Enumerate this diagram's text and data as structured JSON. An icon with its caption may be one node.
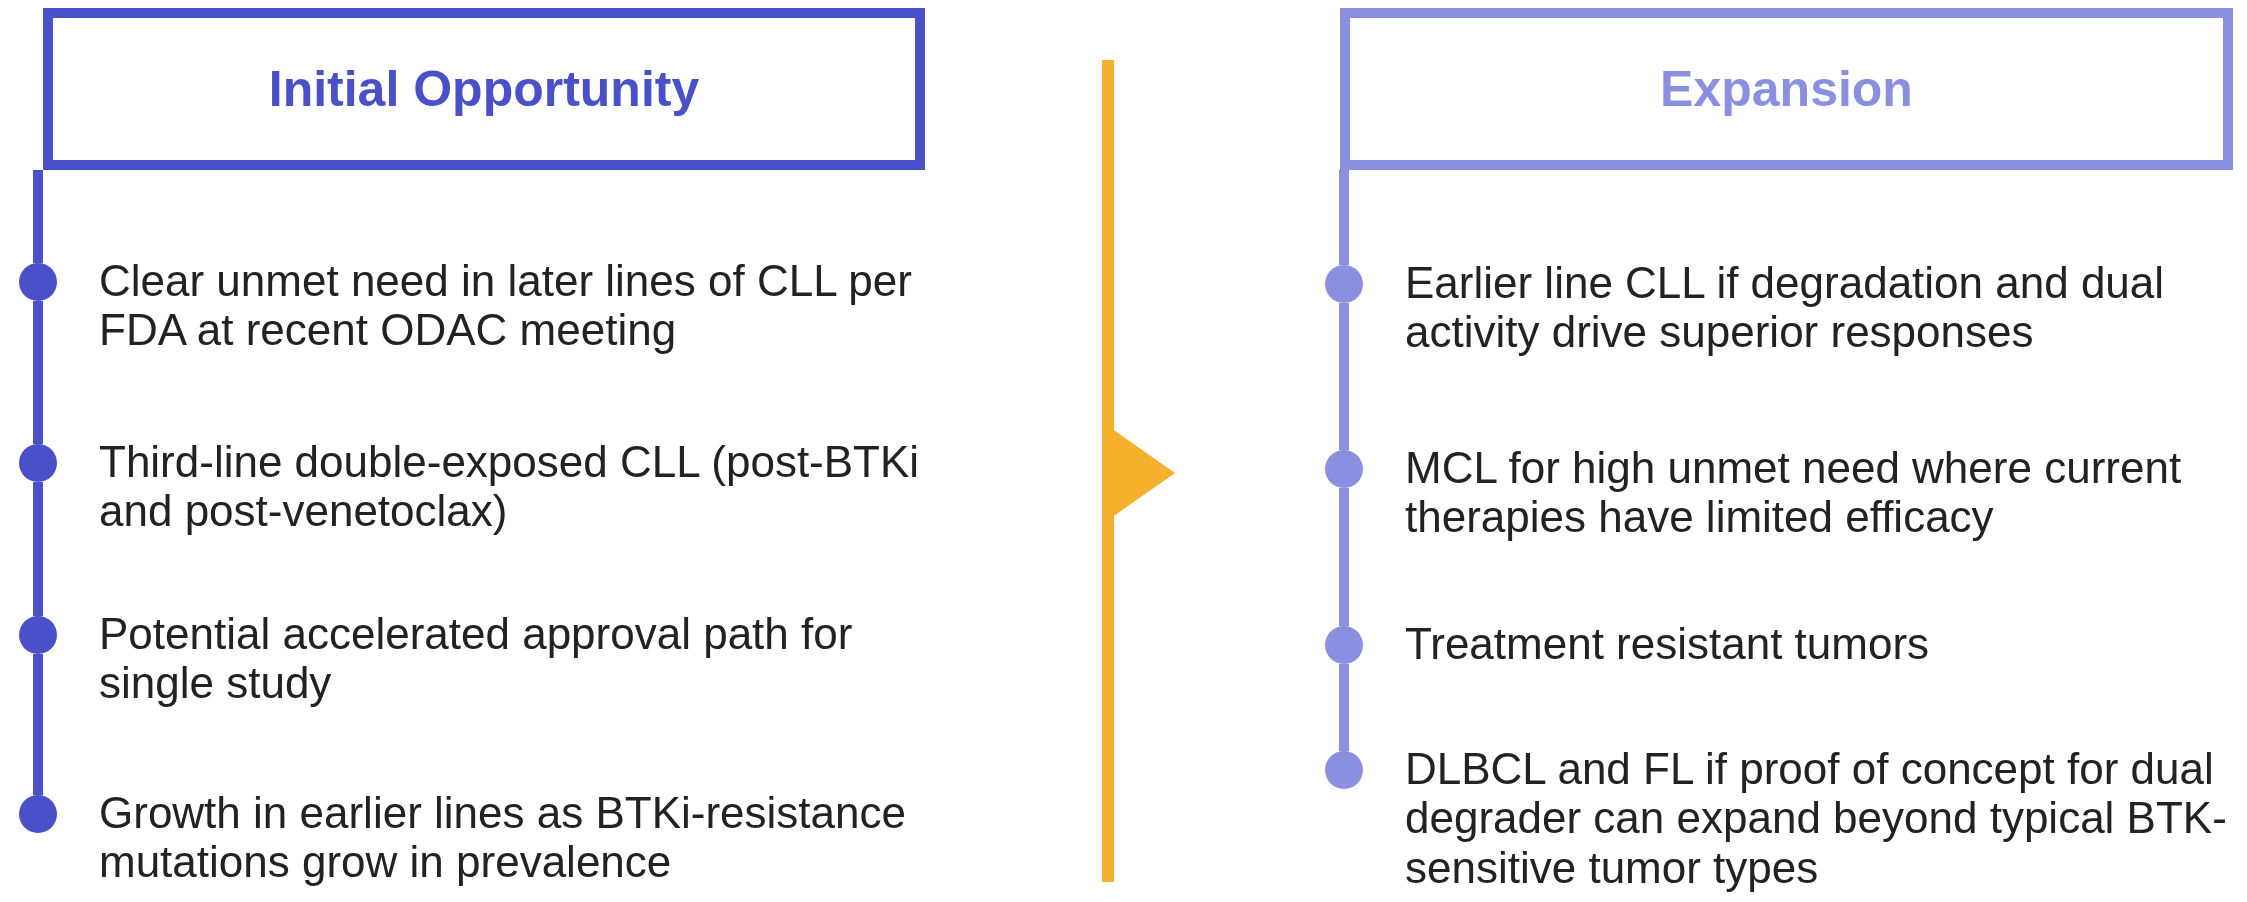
{
  "diagram": {
    "nodes": [
      {
        "text": [
          "Initial Opportunity"
        ]
      },
      {
        "text": [
          "Clear unmet need in later lines of CLL per FDA at recent ODAC meeting"
        ]
      },
      {
        "text": [
          "Third-line double-exposed CLL (post-BTKi and post-venetoclax)"
        ]
      },
      {
        "text": [
          "Potential accelerated approval path for single study"
        ]
      },
      {
        "text": [
          "Growth in earlier lines as BTKi-resistance mutations grow in prevalence"
        ]
      },
      {
        "text": [
          "Expansion"
        ]
      },
      {
        "text": [
          "Earlier line CLL if degradation and dual activity drive superior responses"
        ]
      },
      {
        "text": [
          "MCL for high unmet need where current therapies have limited efficacy"
        ]
      },
      {
        "text": [
          "Treatment resistant tumors"
        ]
      },
      {
        "text": [
          "DLBCL and FL if proof of concept for dual degrader can expand beyond typical BTK-sensitive tumor types"
        ]
      }
    ],
    "edges": [
      {
        "from": 0,
        "to": 1,
        "arrow": "none",
        "color": "#4a50c8"
      },
      {
        "from": 1,
        "to": 2,
        "arrow": "none",
        "color": "#4a50c8"
      },
      {
        "from": 2,
        "to": 3,
        "arrow": "none",
        "color": "#4a50c8"
      },
      {
        "from": 3,
        "to": 4,
        "arrow": "none",
        "color": "#4a50c8"
      },
      {
        "from": 5,
        "to": 6,
        "arrow": "none",
        "color": "#8b8fdf"
      },
      {
        "from": 6,
        "to": 7,
        "arrow": "none",
        "color": "#8b8fdf"
      },
      {
        "from": 7,
        "to": 8,
        "arrow": "none",
        "color": "#8b8fdf"
      },
      {
        "from": 8,
        "to": 9,
        "arrow": "none",
        "color": "#8b8fdf"
      }
    ]
  }
}
